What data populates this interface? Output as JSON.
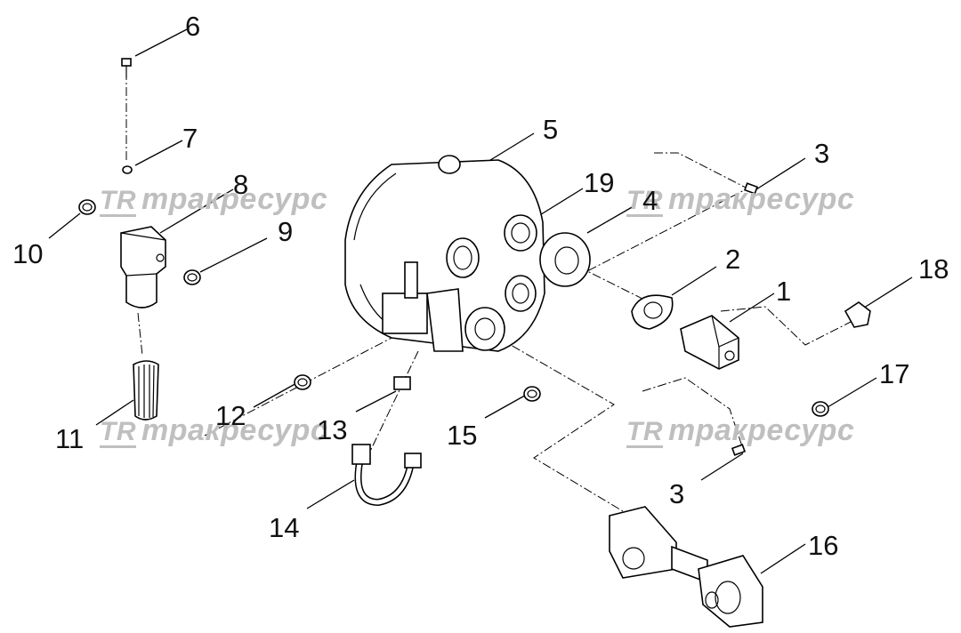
{
  "watermark": {
    "logo": "TR",
    "text": "тракресурс"
  },
  "labels": [
    "6",
    "7",
    "8",
    "9",
    "10",
    "11",
    "5",
    "19",
    "4",
    "3",
    "2",
    "1",
    "18",
    "17",
    "12",
    "13",
    "15",
    "14",
    "3",
    "16"
  ]
}
